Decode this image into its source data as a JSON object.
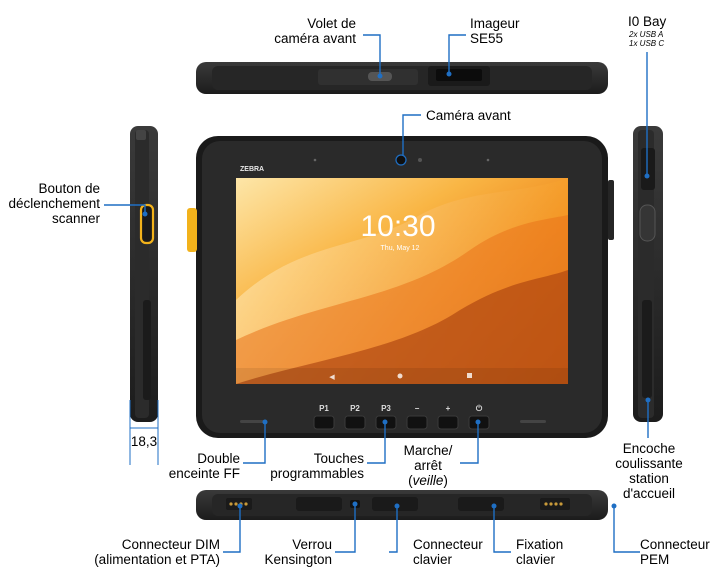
{
  "labels": {
    "volet": [
      "Volet de",
      "caméra avant"
    ],
    "imageur": [
      "Imageur",
      "SE55"
    ],
    "io_bay": "I0 Bay",
    "io_usb_a": "2x USB A",
    "io_usb_c": "1x USB C",
    "camera_avant": "Caméra avant",
    "bouton": [
      "Bouton de",
      "déclenchement",
      "scanner"
    ],
    "dimension": "18,3",
    "double": [
      "Double",
      "enceinte FF"
    ],
    "touches": [
      "Touches",
      "programmables"
    ],
    "marche": [
      "Marche/",
      "arrêt"
    ],
    "veille_open": "(",
    "veille": "veille",
    "veille_close": ")",
    "encoche": [
      "Encoche",
      "coulissante",
      "station",
      "d'accueil"
    ],
    "dim_conn": [
      "Connecteur DIM",
      "(alimentation et PTA)"
    ],
    "kensington": [
      "Verrou",
      "Kensington"
    ],
    "clavier_conn": [
      "Connecteur",
      "clavier"
    ],
    "fixation": [
      "Fixation",
      "clavier"
    ],
    "pem": [
      "Connecteur",
      "PEM"
    ]
  },
  "screen": {
    "time": "10:30",
    "date": "Thu, May 12",
    "brand": "ZEBRA"
  },
  "buttons": [
    "P1",
    "P2",
    "P3",
    "−",
    "+",
    "⏻"
  ],
  "colors": {
    "leader": "#1f6fc4",
    "body": "#2a2a2a",
    "accent_yellow": "#f2b21b",
    "wallpaper_orange": "#f08a1e"
  }
}
